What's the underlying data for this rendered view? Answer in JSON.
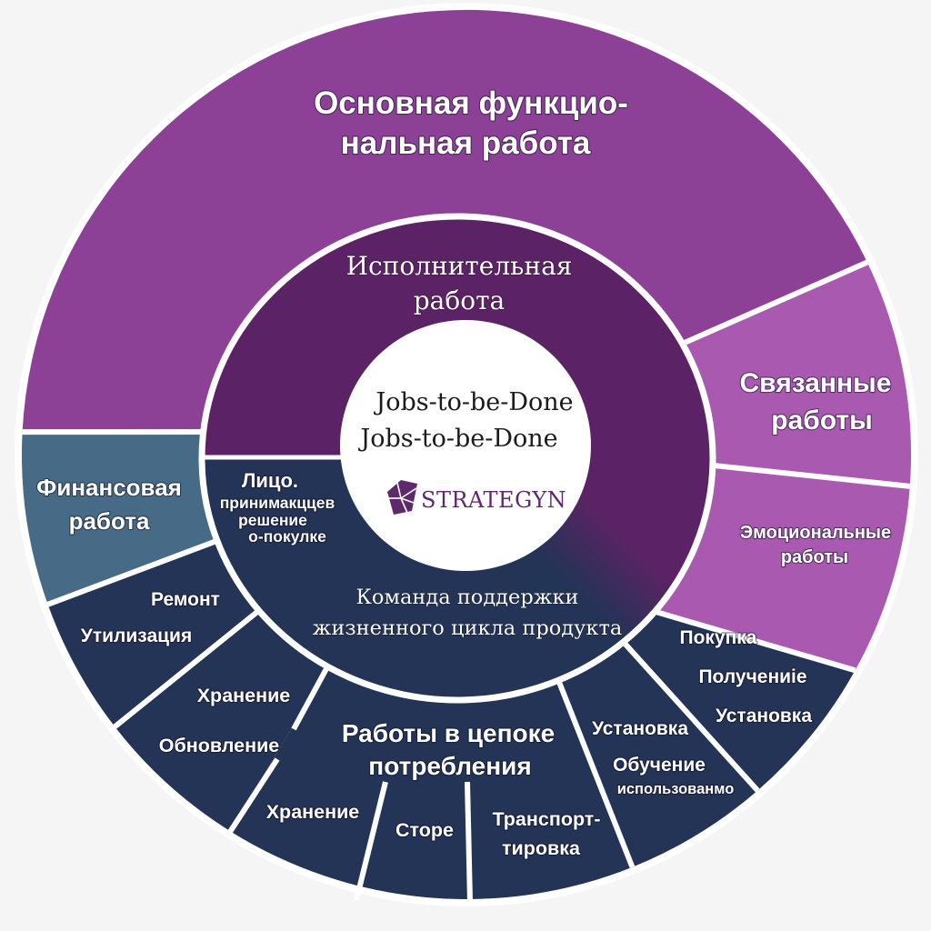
{
  "diagram": {
    "center": {
      "title_lines": [
        "Jobs-to-be-Done",
        "Jobs-to-be-Done"
      ],
      "logo": {
        "icon": "strategyn-logo-icon",
        "text": "STRATEGYN"
      }
    },
    "middle_ring": {
      "executive_job": {
        "lines": [
          "Исполнительная",
          "работа"
        ]
      },
      "purchase_decision_maker": {
        "lines": [
          "Лицо.",
          "принимакццев",
          "решение",
          "о-покулке"
        ]
      },
      "lifecycle_support_team": {
        "lines": [
          "Команда поддержки",
          "жизненного цикла продукта"
        ]
      }
    },
    "outer_ring": {
      "core_functional_job": {
        "lines": [
          "Основная функцио-",
          "нальная работа"
        ]
      },
      "related_jobs": {
        "lines": [
          "Связанные",
          "работы"
        ]
      },
      "emotional_jobs": {
        "lines": [
          "Эмоциональные",
          "работы"
        ]
      },
      "financial_job": {
        "lines": [
          "Финансовая",
          "работа"
        ]
      },
      "consumption_chain": {
        "title_lines": [
          "Работы в цепоке",
          "потребления"
        ],
        "segments": [
          {
            "items": [
              "Покупка",
              "Получениіе",
              "Установка"
            ]
          },
          {
            "items": [
              "Установка",
              "Обучение",
              "использованмо"
            ]
          },
          {
            "items": [
              "Транспорт-",
              "тировка"
            ]
          },
          {
            "items": [
              "Сторе"
            ]
          },
          {
            "items": [
              "Хранение"
            ]
          },
          {
            "items": [
              "Хранение",
              "Обновление"
            ]
          },
          {
            "items": [
              "Ремонт",
              "Утилизация"
            ]
          }
        ]
      }
    }
  },
  "colors": {
    "background": "#f5f5f5",
    "rim": "#ffffff",
    "core_purple": "#8c4196",
    "light_purple": "#a95ab0",
    "navy": "#233456",
    "teal": "#476b87",
    "middle_purple": "#5b2365",
    "center_fill": "#ffffff",
    "logo_purple": "#5e2a6b",
    "divider": "#ffffff"
  }
}
